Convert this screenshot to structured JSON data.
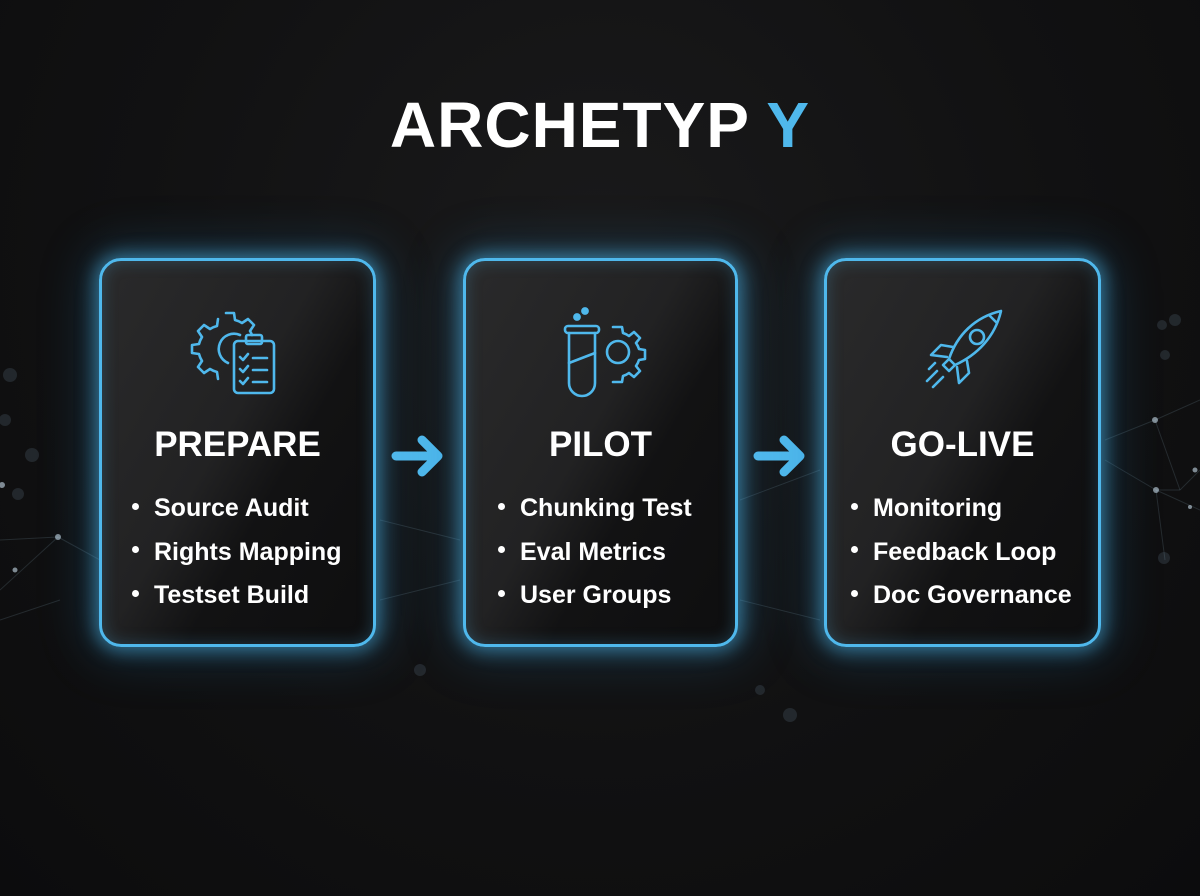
{
  "title": {
    "main": "ARCHETYP",
    "accent": "Y",
    "accent_color": "#4fb8ec"
  },
  "colors": {
    "background": "#111112",
    "card_border": "#4fb8ec",
    "text": "#ffffff"
  },
  "stages": [
    {
      "heading": "PREPARE",
      "icon": "gear-clipboard-icon",
      "items": [
        "Source Audit",
        "Rights Mapping",
        "Testset Build"
      ]
    },
    {
      "heading": "PILOT",
      "icon": "test-tube-gear-icon",
      "items": [
        "Chunking Test",
        "Eval Metrics",
        "User Groups"
      ]
    },
    {
      "heading": "GO-LIVE",
      "icon": "rocket-icon",
      "items": [
        "Monitoring",
        "Feedback Loop",
        "Doc Governance"
      ]
    }
  ],
  "connectors": [
    "arrow-right-icon",
    "arrow-right-icon"
  ]
}
